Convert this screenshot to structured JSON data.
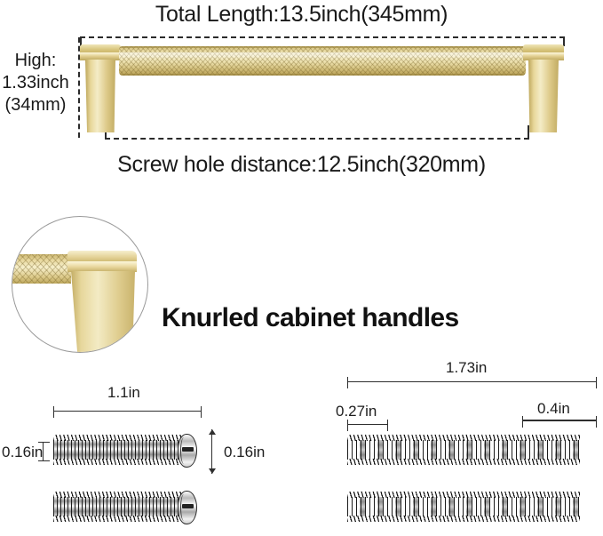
{
  "handle_section": {
    "total_length_label": "Total Length:13.5inch(345mm)",
    "height_label_lines": [
      "High:",
      "1.33inch",
      "(34mm)"
    ],
    "screw_hole_distance_label": "Screw hole distance:12.5inch(320mm)"
  },
  "product": {
    "title": "Knurled cabinet handles",
    "inset_caption": ""
  },
  "screws": {
    "left": {
      "length_label": "1.1in",
      "diameter_label_left": "0.16in",
      "diameter_label_right": "0.16in",
      "count": 2
    },
    "right": {
      "length_label": "1.73in",
      "tip_label": "0.27in",
      "head_label": "0.4in",
      "count": 2
    }
  },
  "colors": {
    "gold_light": "#f7f0cf",
    "gold_mid": "#e2d093",
    "gold_dark": "#bda75c",
    "line": "#2b2b2b",
    "text": "#191919",
    "circle_border": "#9a9a9a",
    "metal_light": "#f4f4f4",
    "metal_dark": "#8f8f8f"
  }
}
